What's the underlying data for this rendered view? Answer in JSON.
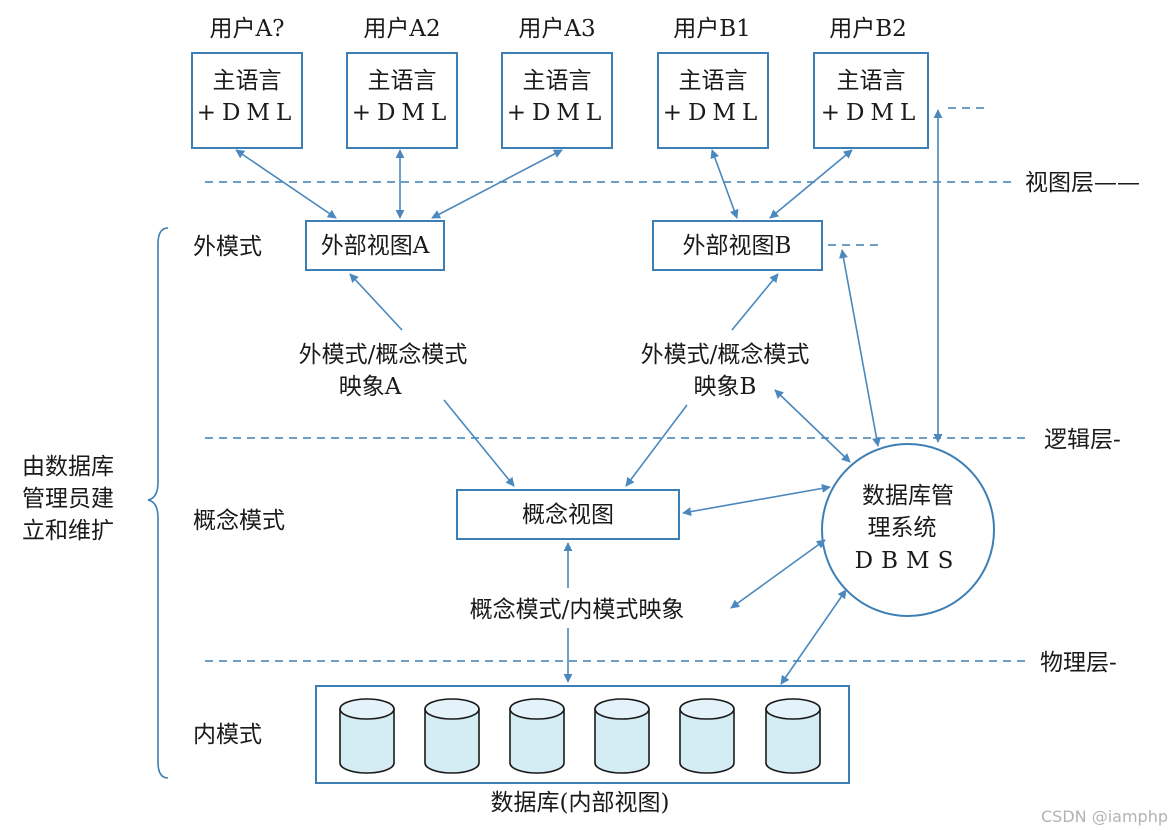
{
  "users": [
    {
      "name": "用户A?",
      "box_line1": "主语言",
      "box_line2": "+DML"
    },
    {
      "name": "用户A2",
      "box_line1": "主语言",
      "box_line2": "+DML"
    },
    {
      "name": "用户A3",
      "box_line1": "主语言",
      "box_line2": "+DML"
    },
    {
      "name": "用户B1",
      "box_line1": "主语言",
      "box_line2": "+DML"
    },
    {
      "name": "用户B2",
      "box_line1": "主语言",
      "box_line2": "+DML"
    }
  ],
  "layers": {
    "view": "视图层——",
    "logic": "逻辑层-",
    "physical": "物理层-"
  },
  "schemas": {
    "external": "外模式",
    "conceptual": "概念模式",
    "internal": "内模式"
  },
  "brace_label": [
    "由数据库",
    "管理员建",
    "立和维扩"
  ],
  "external_views": {
    "a": "外部视图A",
    "b": "外部视图B"
  },
  "mappings": {
    "a_line1": "外模式/概念模式",
    "a_line2": "映象A",
    "b_line1": "外模式/概念模式",
    "b_line2": "映象B",
    "internal": "概念模式/内模式映象"
  },
  "conceptual_view": "概念视图",
  "dbms": {
    "line1": "数据库管",
    "line2": "理系统",
    "line3": "DBMS"
  },
  "database_caption": "数据库(内部视图)",
  "watermark": "CSDN @iamphp",
  "colors": {
    "line": "#3d7fb4",
    "cylinder_fill": "#d4ecf4"
  }
}
